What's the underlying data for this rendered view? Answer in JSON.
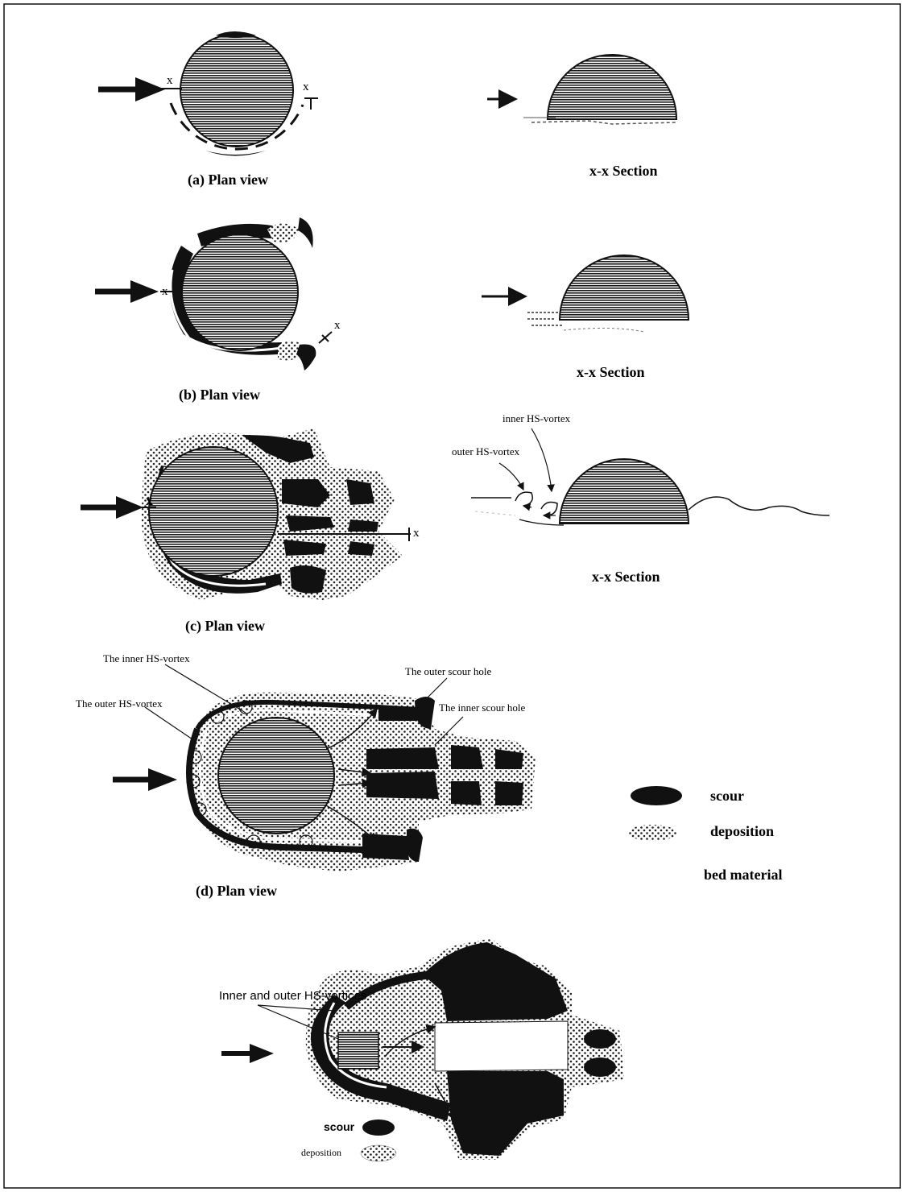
{
  "panels": {
    "a": {
      "plan": "(a) Plan view",
      "section": "x-x Section"
    },
    "b": {
      "plan": "(b) Plan view",
      "section": "x-x Section"
    },
    "c": {
      "plan": "(c) Plan view",
      "section": "x-x Section",
      "inner_vortex": "inner HS-vortex",
      "outer_vortex": "outer HS-vortex"
    },
    "d": {
      "plan": "(d) Plan view",
      "inner_vortex": "The inner HS-vortex",
      "outer_vortex": "The outer HS-vortex",
      "outer_scour": "The outer scour hole",
      "inner_scour": "The inner scour hole"
    },
    "e": {
      "vortices": "Inner and outer HS-vortices",
      "scour": "scour",
      "deposition": "deposition"
    }
  },
  "section_marker": "x",
  "legend": {
    "scour": "scour",
    "deposition": "deposition",
    "bed": "bed material"
  },
  "colors": {
    "ink": "#111111",
    "hatch": "#1a1a1a",
    "paper": "#ffffff"
  }
}
